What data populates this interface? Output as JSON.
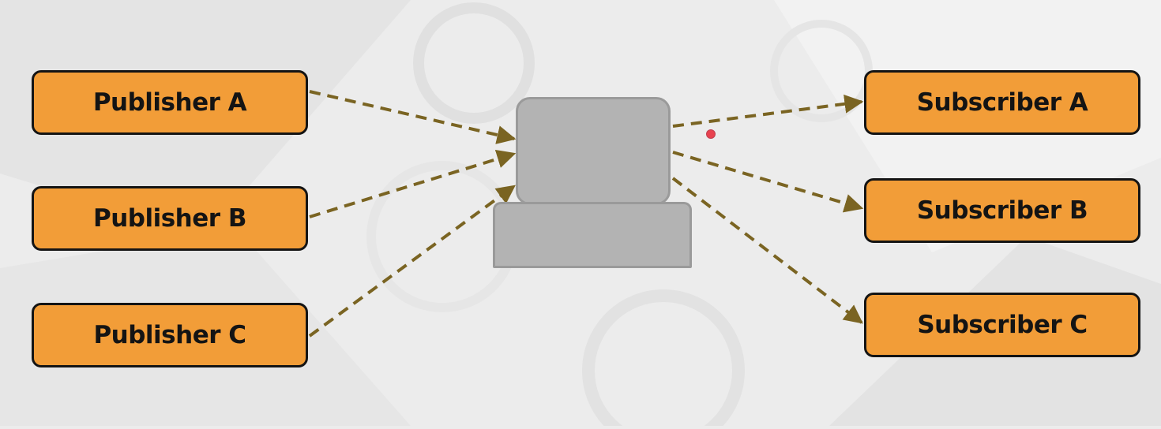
{
  "publishers": [
    {
      "label": "Publisher A"
    },
    {
      "label": "Publisher B"
    },
    {
      "label": "Publisher C"
    }
  ],
  "subscribers": [
    {
      "label": "Subscriber A"
    },
    {
      "label": "Subscriber B"
    },
    {
      "label": "Subscriber C"
    }
  ],
  "colors": {
    "node_fill": "#f29d38",
    "node_border": "#141414",
    "node_text": "#141414",
    "arrow": "#7a6422",
    "broker_fill": "#b3b3b3",
    "broker_border": "#9a9a9a",
    "cursor_dot": "#e8424f",
    "background": "#ececec"
  }
}
